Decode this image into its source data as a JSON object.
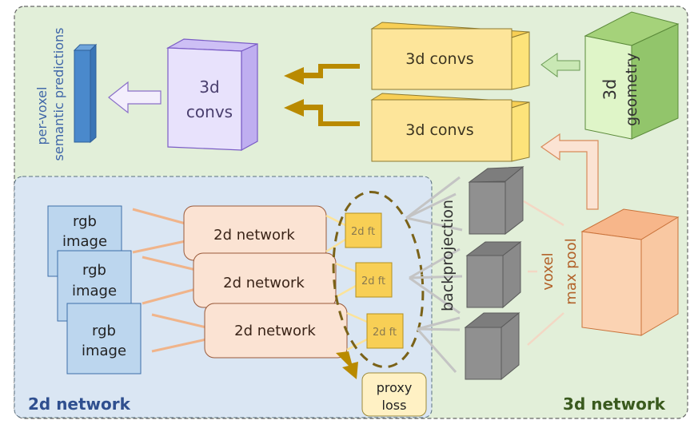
{
  "regions": {
    "network_3d": {
      "label": "3d network",
      "color": "#3a5a1e"
    },
    "network_2d": {
      "label": "2d network",
      "color": "#2f4f8f"
    }
  },
  "output": {
    "label_line1": "per-voxel",
    "label_line2": "semantic predictions"
  },
  "final_convs": {
    "line1": "3d",
    "line2": "convs"
  },
  "conv_blocks": [
    {
      "label": "3d convs"
    },
    {
      "label": "3d convs"
    }
  ],
  "geometry": {
    "line1": "3d",
    "line2": "geometry"
  },
  "rgb_images": [
    {
      "line1": "rgb",
      "line2": "image"
    },
    {
      "line1": "rgb",
      "line2": "image"
    },
    {
      "line1": "rgb",
      "line2": "image"
    }
  ],
  "networks_2d": [
    {
      "label": "2d network"
    },
    {
      "label": "2d network"
    },
    {
      "label": "2d network"
    }
  ],
  "features_2d": [
    {
      "label": "2d ft"
    },
    {
      "label": "2d ft"
    },
    {
      "label": "2d ft"
    }
  ],
  "proxy_loss": {
    "line1": "proxy",
    "line2": "loss"
  },
  "backprojection": {
    "label": "backprojection"
  },
  "voxel_max_pool": {
    "line1": "voxel",
    "line2": "max pool"
  },
  "colors": {
    "outer_bg": "#e2efd9",
    "inner_bg": "#dae6f3",
    "purple": "#e6e0fb",
    "yellow": "#fde08a",
    "green": "#d3f0b8",
    "orange": "#fbd0ad",
    "gray": "#909090",
    "blue_bar": "#4a89cc",
    "gold_arrow": "#b98a00"
  }
}
